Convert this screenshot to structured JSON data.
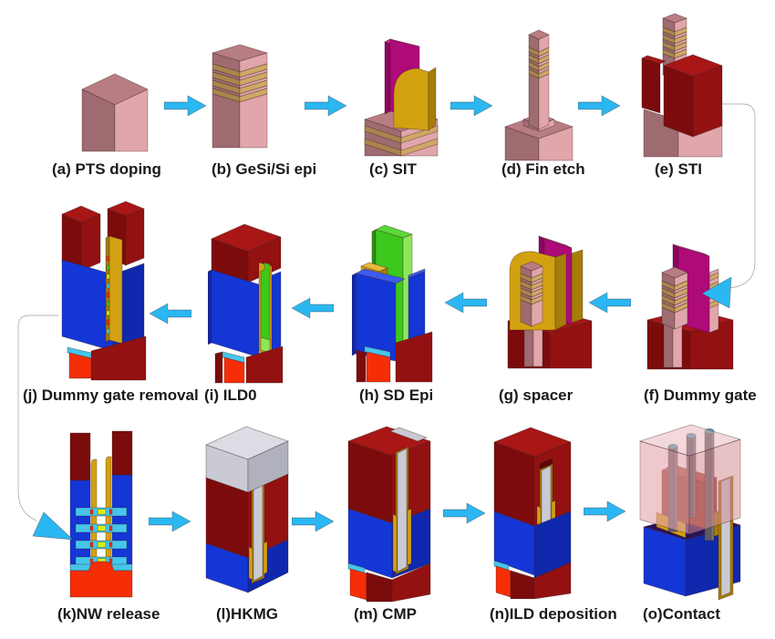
{
  "palette": {
    "arrow": "#2bb7f1",
    "arrow_edge": "#0e9fdc",
    "si_light": "#e0a6ab",
    "si_mid": "#b77d82",
    "si_dark": "#9e6b70",
    "ge_light": "#cfa767",
    "ge_dark": "#a9854e",
    "mg_front": "#ae0a78",
    "mg_side": "#8b0760",
    "mg_top": "#c72e9a",
    "au_front": "#d2a112",
    "au_side": "#a67d08",
    "au_top": "#e4bc3a",
    "ma_front": "#7c0c0c",
    "ma_side": "#931111",
    "ma_top": "#a81616",
    "ma_deep": "#5c0707",
    "bl_front": "#1436d6",
    "bl_side": "#0f28ad",
    "bl_top": "#3c5cf0",
    "gr_front": "#3dc81e",
    "gr_light": "#8ce65a",
    "gr_side": "#27940e",
    "gr_top": "#5cd83a",
    "me_front": "#c9cad4",
    "me_side": "#b0b1bd",
    "me_top": "#dcdde4",
    "red_front": "#f52e08",
    "cy": "#45c6ea",
    "nw_core": "#cdf01c",
    "ct_cyl": "#5c5b64",
    "ct_cyl_light": "#73727c",
    "ct_top": "#49a0b0",
    "ct_brown": "#9c3d2a",
    "ct_brown_top": "#b0503a",
    "ct_brown_dark": "#8a3323",
    "base_top": "#2b1356",
    "box_front": "rgba(226,164,170,0.6)",
    "box_side": "rgba(214,142,150,0.55)",
    "box_top": "rgba(233,180,186,0.5)"
  },
  "steps": [
    {
      "key": "a",
      "label": "(a) PTS doping"
    },
    {
      "key": "b",
      "label": "(b) GeSi/Si epi"
    },
    {
      "key": "c",
      "label": "(c) SIT"
    },
    {
      "key": "d",
      "label": "(d) Fin etch"
    },
    {
      "key": "e",
      "label": "(e) STI"
    },
    {
      "key": "f",
      "label": "(f) Dummy gate"
    },
    {
      "key": "g",
      "label": "(g) spacer"
    },
    {
      "key": "h",
      "label": "(h) SD Epi"
    },
    {
      "key": "i",
      "label": "(i) ILD0"
    },
    {
      "key": "j",
      "label": "(j) Dummy gate removal"
    },
    {
      "key": "k",
      "label": "(k)NW release"
    },
    {
      "key": "l",
      "label": "(l)HKMG"
    },
    {
      "key": "m",
      "label": "(m) CMP"
    },
    {
      "key": "n",
      "label": "(n)ILD deposition"
    },
    {
      "key": "o",
      "label": "(o)Contact"
    }
  ]
}
